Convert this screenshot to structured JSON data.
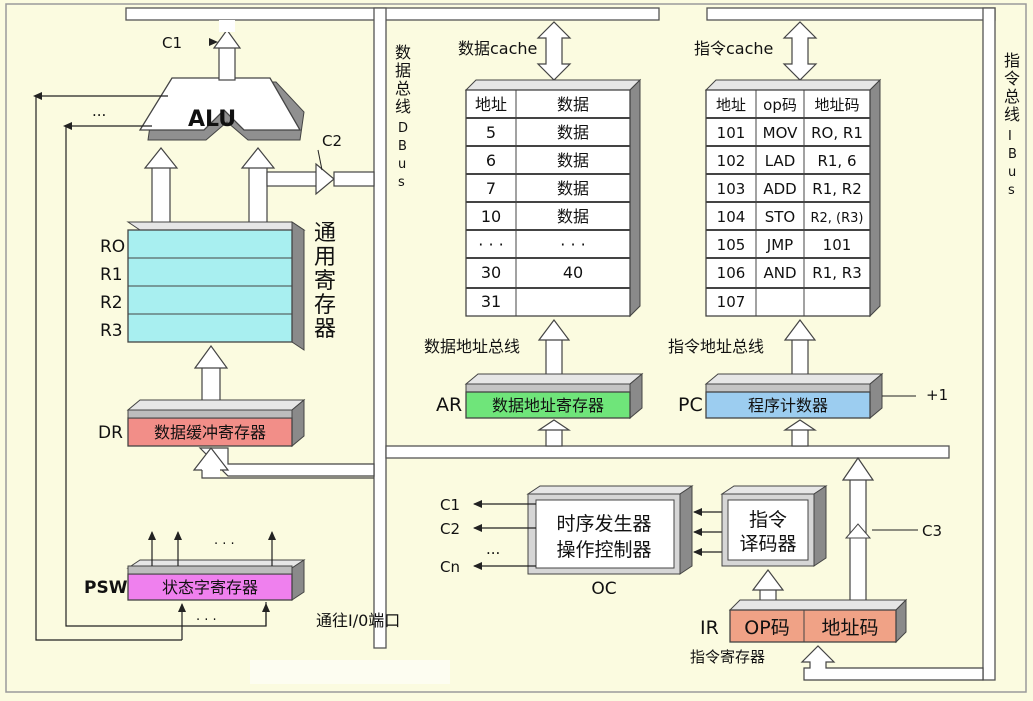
{
  "labels": {
    "c1_top": "C1",
    "c2": "C2",
    "c3": "C3",
    "alu": "ALU",
    "ellipsis": "...",
    "ellipsis_dots": "· · ·",
    "gpr_title": [
      "通",
      "用",
      "寄",
      "存",
      "器"
    ],
    "regs": [
      "RO",
      "R1",
      "R2",
      "R3"
    ],
    "dr_label": "DR",
    "dr_name": "数据缓冲寄存器",
    "psw_label": "PSW",
    "psw_name": "状态字寄存器",
    "dbus_vertical": [
      "数",
      "据",
      "总",
      "线",
      "D",
      "B",
      "u",
      "s"
    ],
    "ibus_vertical": [
      "指",
      "令",
      "总",
      "线",
      "I",
      "B",
      "u",
      "s"
    ],
    "data_cache": "数据cache",
    "instr_cache": "指令cache",
    "data_addr_bus": "数据地址总线",
    "instr_addr_bus": "指令地址总线",
    "ar_label": "AR",
    "ar_name": "数据地址寄存器",
    "pc_label": "PC",
    "pc_name": "程序计数器",
    "plus_one": "+1",
    "io_port": "通往I/0端口",
    "oc_line1": "时序发生器",
    "oc_line2": "操作控制器",
    "oc_label": "OC",
    "oc_outputs": [
      "C1",
      "C2",
      "...",
      "Cn"
    ],
    "decoder_line1": "指令",
    "decoder_line2": "译码器",
    "ir_label": "IR",
    "ir_op": "OP码",
    "ir_addr": "地址码",
    "ir_name": "指令寄存器"
  },
  "data_table": {
    "headers": [
      "地址",
      "数据"
    ],
    "rows": [
      [
        "5",
        "数据"
      ],
      [
        "6",
        "数据"
      ],
      [
        "7",
        "数据"
      ],
      [
        "10",
        "数据"
      ],
      [
        "· · ·",
        "· · ·"
      ],
      [
        "30",
        "40"
      ],
      [
        "31",
        ""
      ]
    ]
  },
  "instr_table": {
    "headers": [
      "地址",
      "op码",
      "地址码"
    ],
    "rows": [
      [
        "101",
        "MOV",
        "RO, R1"
      ],
      [
        "102",
        "LAD",
        "R1, 6"
      ],
      [
        "103",
        "ADD",
        "R1, R2"
      ],
      [
        "104",
        "STO",
        "R2, (R3)"
      ],
      [
        "105",
        "JMP",
        "101"
      ],
      [
        "106",
        "AND",
        "R1, R3"
      ],
      [
        "107",
        "",
        ""
      ]
    ]
  },
  "colors": {
    "background": "#fbfbe0",
    "bus": "#ffffff",
    "gpr": "#a8eff0",
    "dr": "#f28e88",
    "psw": "#ef80ee",
    "ar": "#6fe57a",
    "pc": "#9ccdf0",
    "ir": "#f0a286",
    "gray_block": "#d6d6d6"
  }
}
